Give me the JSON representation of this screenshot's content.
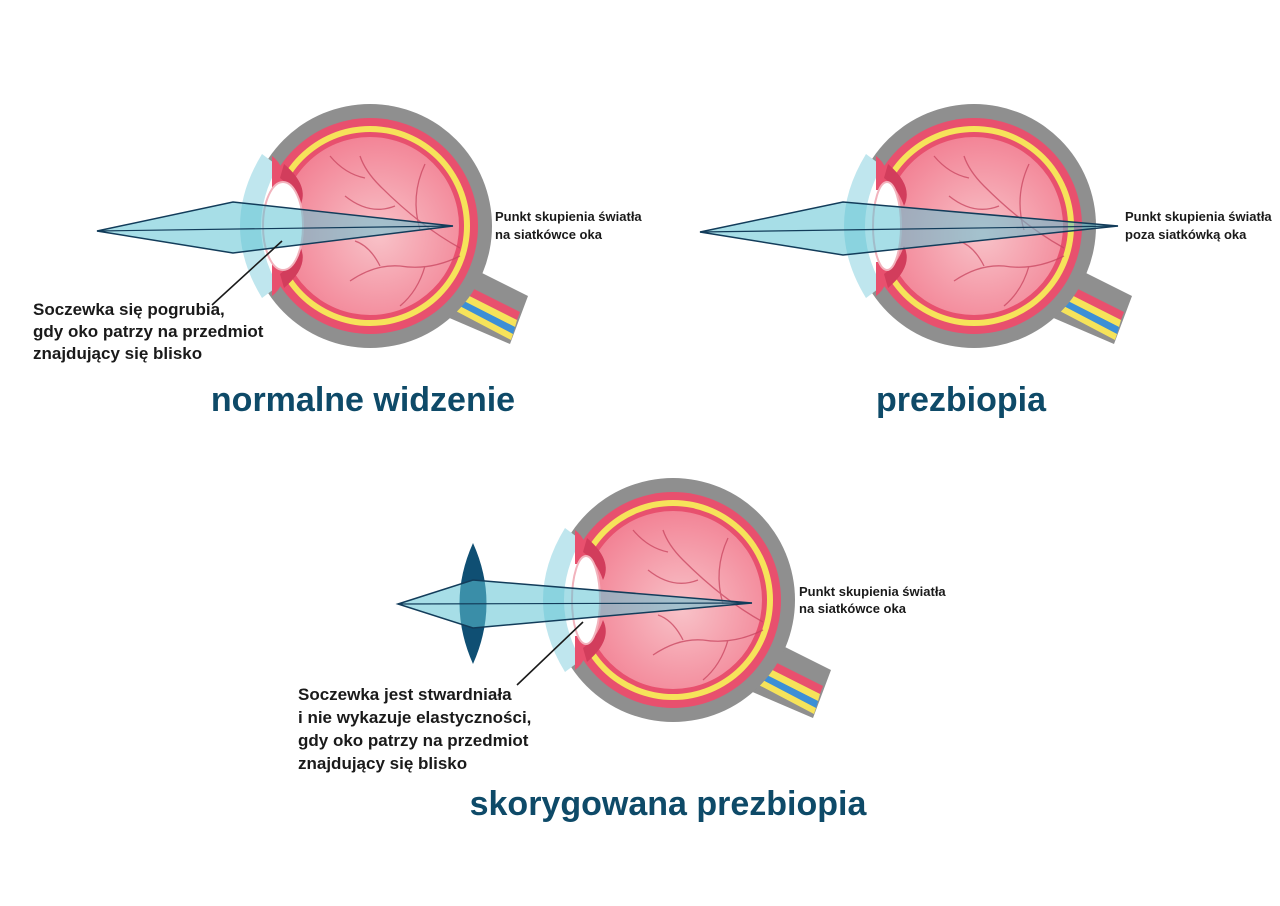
{
  "panels": {
    "normal": {
      "title": "normalne widzenie",
      "focus_label": [
        "Punkt skupienia światła",
        "na siatkówce oka"
      ],
      "lens_note": [
        "Soczewka się pogrubia,",
        "gdy oko patrzy na przedmiot",
        "znajdujący się blisko"
      ]
    },
    "presbyopia": {
      "title": "prezbiopia",
      "focus_label": [
        "Punkt skupienia światła",
        "poza siatkówką oka"
      ]
    },
    "corrected": {
      "title": "skorygowana prezbiopia",
      "focus_label": [
        "Punkt skupienia światła",
        "na siatkówce oka"
      ],
      "lens_note": [
        "Soczewka jest stwardniała",
        "i nie wykazuje elastyczności,",
        "gdy oko patrzy na przedmiot",
        "znajdujący się blisko"
      ]
    }
  },
  "colors": {
    "sclera": "#8f8f8f",
    "choroid": "#e8506e",
    "retina": "#f6e35a",
    "vitreous": "#f7a1ad",
    "cornea": "#bfe6ee",
    "light_beam": "#5fc3d3",
    "beam_outline": "#123c5a",
    "corrective_lens": "#0f4f73",
    "title": "#0e4a68",
    "nerve_blue": "#3c8fd6"
  }
}
